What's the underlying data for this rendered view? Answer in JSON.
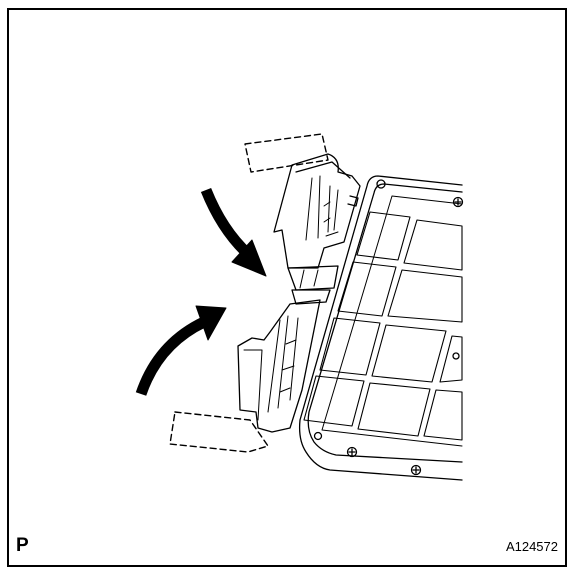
{
  "corner_mark": "P",
  "figure_id": "A124572",
  "icons": {
    "arrow_top": "curved-arrow-down-right",
    "arrow_bottom": "curved-arrow-up-right"
  },
  "colors": {
    "line": "#000000",
    "background": "#ffffff"
  }
}
